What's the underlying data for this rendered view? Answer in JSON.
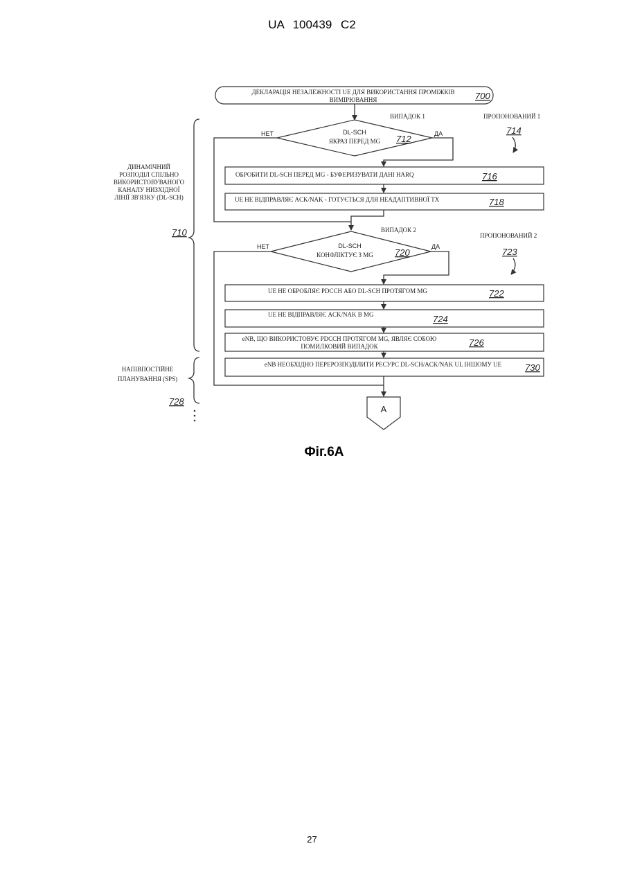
{
  "header": "UA 100439 C2",
  "page_number": "27",
  "figure_caption": "Фіг.6А",
  "start": {
    "text_line1": "ДЕКЛАРАЦІЯ НЕЗАЛЕЖНОСТІ UE ДЛЯ ВИКОРИСТАННЯ ПРОМІЖКІВ",
    "text_line2": "ВИМІРЮВАННЯ",
    "ref": "700"
  },
  "case1": {
    "label": "ВИПАДОК 1",
    "proposed": "ПРОПОНОВАНИЙ 1",
    "proposed_ref": "714"
  },
  "decision1": {
    "line1": "DL-SCH",
    "line2": "ЯКРАЗ ПЕРЕД MG",
    "ref": "712",
    "no": "НЕТ",
    "yes": "ДА"
  },
  "box716": {
    "text": "ОБРОБИТИ DL-SCH ПЕРЕД MG - БУФЕРИЗУВАТИ ДАНІ HARQ",
    "ref": "716"
  },
  "box718": {
    "text": "UE НЕ ВІДПРАВЛЯЄ ACK/NAK - ГОТУЄТЬСЯ ДЛЯ НЕАДАПТИВНОЇ TX",
    "ref": "718"
  },
  "case2": {
    "label": "ВИПАДОК 2",
    "proposed": "ПРОПОНОВАНИЙ 2",
    "proposed_ref": "723"
  },
  "decision2": {
    "line1": "DL-SCH",
    "line2": "КОНФЛІКТУЄ З MG",
    "ref": "720",
    "no": "НЕТ",
    "yes": "ДА"
  },
  "box722": {
    "text": "UE НЕ ОБРОБЛЯЄ PDCCH АБО DL-SCH ПРОТЯГОМ MG",
    "ref": "722"
  },
  "box724": {
    "text": "UE НЕ ВІДПРАВЛЯЄ ACK/NAK В MG",
    "ref": "724"
  },
  "box726": {
    "line1": "eNB, ЩО ВИКОРИСТОВУЄ PDCCH ПРОТЯГОМ MG, ЯВЛЯЄ СОБОЮ",
    "line2": "ПОМИЛКОВИЙ ВИПАДОК",
    "ref": "726"
  },
  "box730": {
    "text": "eNB НЕОБХІДНО ПЕРЕРОЗПОДІЛИТИ РЕСУРС DL-SCH/ACK/NAK UL ІНШОМУ UE",
    "ref": "730"
  },
  "group710": {
    "lines": [
      "ДИНАМІЧНИЙ",
      "РОЗПОДІЛ СПІЛЬНО",
      "ВИКОРИСТОВУВАНОГО",
      "КАНАЛУ НИЗХІДНОЇ",
      "ЛІНІЇ ЗВ'ЯЗКУ (DL-SCH)"
    ],
    "ref": "710"
  },
  "group728": {
    "lines": [
      "НАПІВПОСТІЙНЕ",
      "ПЛАНУВАННЯ (SPS)"
    ],
    "ref": "728"
  },
  "connector": "A"
}
